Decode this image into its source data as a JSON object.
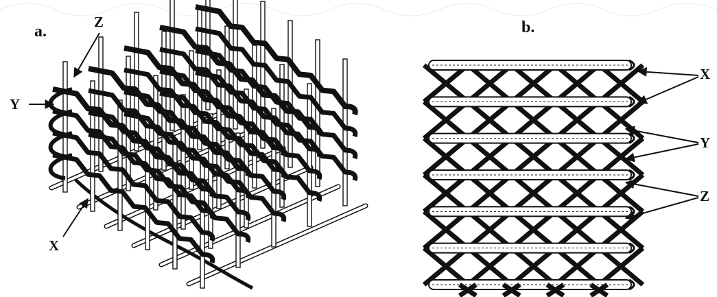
{
  "figure": {
    "panel_a_label": "a.",
    "panel_b_label": "b.",
    "panel_a": {
      "label_z": "Z",
      "label_y": "Y",
      "label_x": "X"
    },
    "panel_b": {
      "label_x": "X",
      "label_y": "Y",
      "label_z": "Z"
    }
  },
  "colors": {
    "ink": "#111111",
    "pin_fill": "#ffffff",
    "background": "#ffffff"
  }
}
